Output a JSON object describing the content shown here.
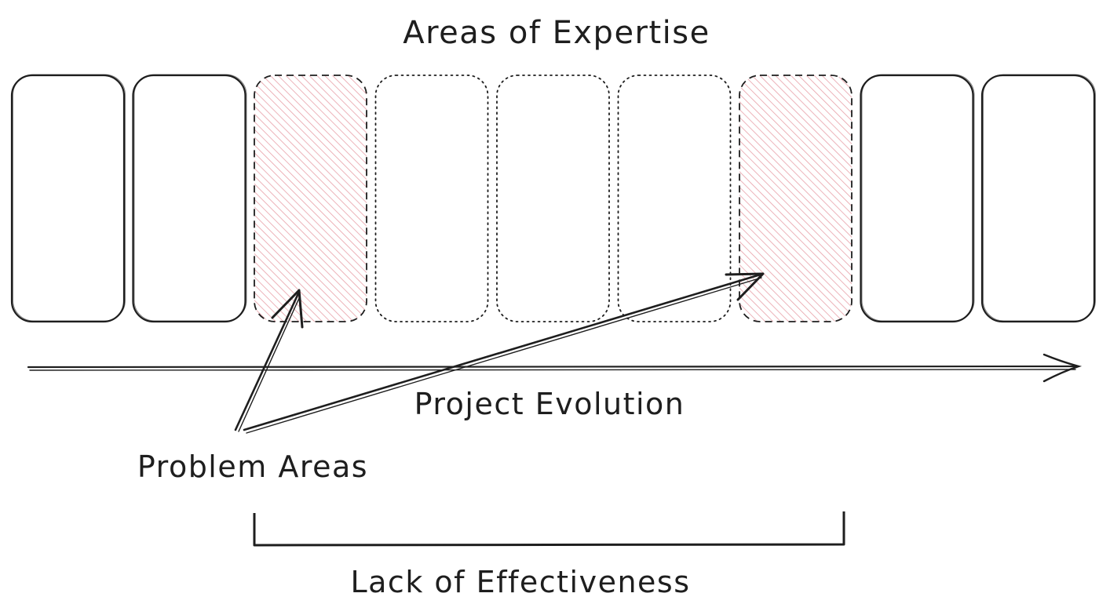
{
  "diagram": {
    "title": "Areas of Expertise",
    "timeline_label": "Project Evolution",
    "callout_label": "Problem Areas",
    "bracket_label": "Lack of Effectiveness",
    "colors": {
      "stroke": "#1e1e1e",
      "problem_fill": "#e8a0a8",
      "background": "#ffffff"
    },
    "areas": [
      {
        "style": "solid"
      },
      {
        "style": "solid"
      },
      {
        "style": "problem"
      },
      {
        "style": "dotted"
      },
      {
        "style": "dotted"
      },
      {
        "style": "dotted"
      },
      {
        "style": "problem"
      },
      {
        "style": "solid"
      },
      {
        "style": "solid"
      }
    ]
  }
}
